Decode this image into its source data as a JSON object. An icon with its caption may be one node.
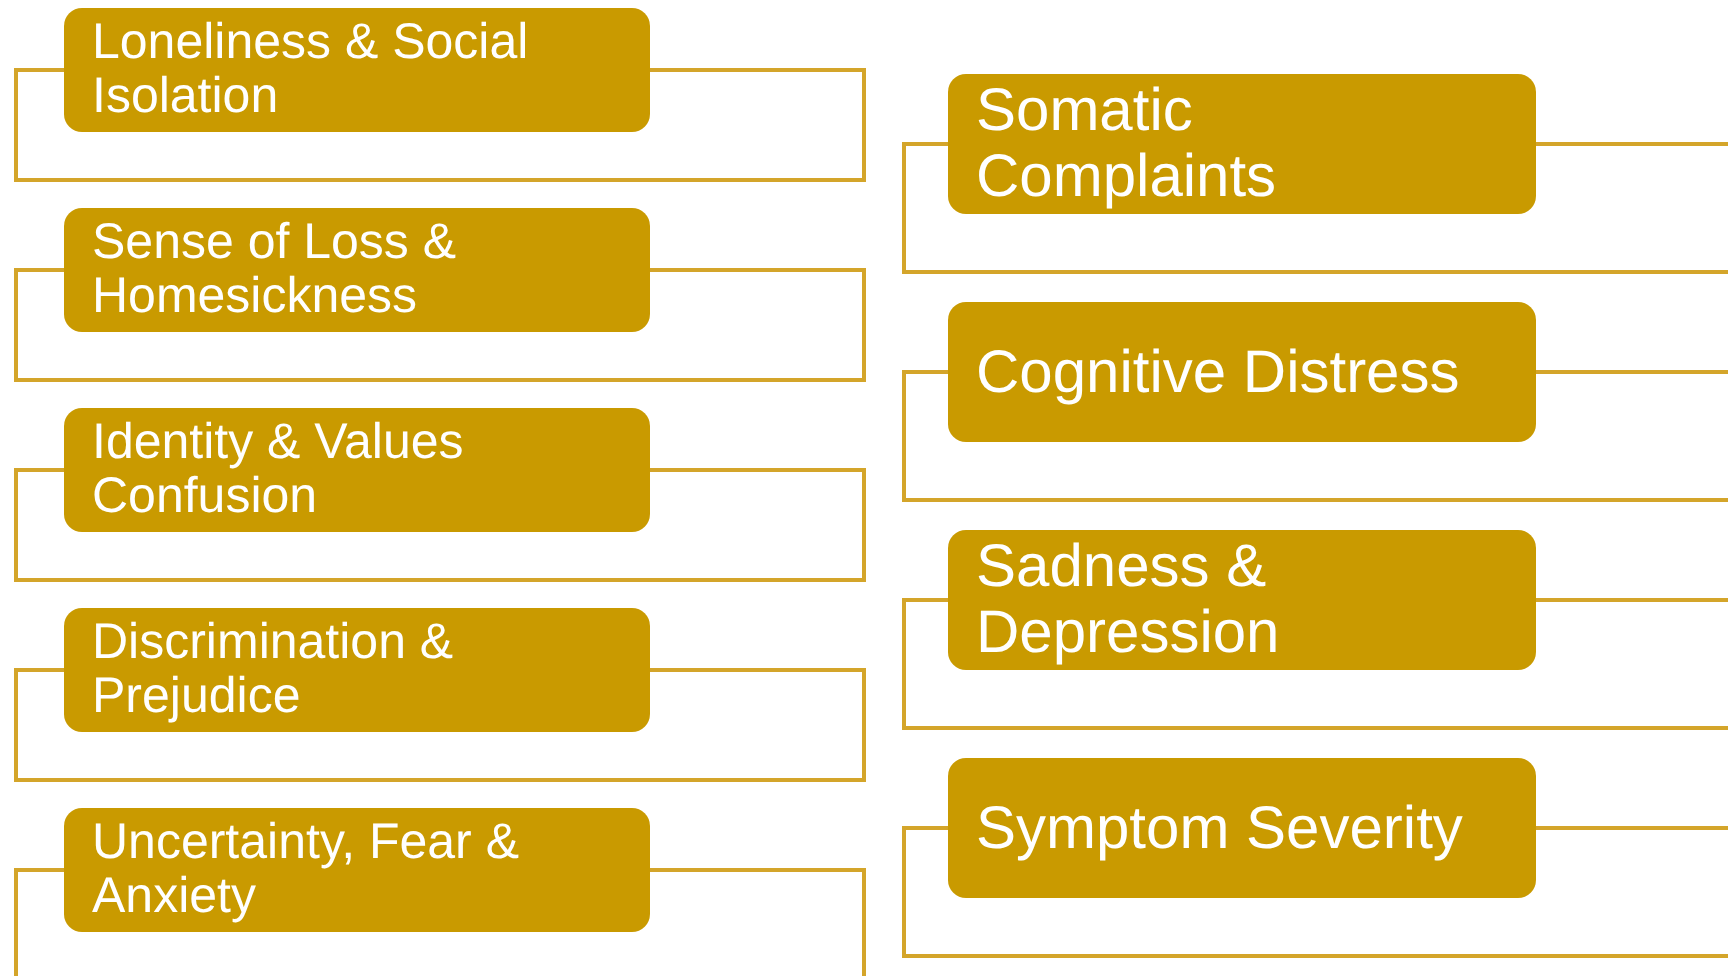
{
  "diagram": {
    "nodes": [
      {
        "text": [
          "Loneliness & Social Isolation"
        ]
      },
      {
        "text": [
          "Sense of Loss & Homesickness"
        ]
      },
      {
        "text": [
          "Identity & Values Confusion"
        ]
      },
      {
        "text": [
          "Discrimination & Prejudice"
        ]
      },
      {
        "text": [
          "Uncertainty, Fear & Anxiety"
        ]
      },
      {
        "text": [
          "Somatic Complaints"
        ]
      },
      {
        "text": [
          "Cognitive Distress"
        ]
      },
      {
        "text": [
          "Sadness & Depression"
        ]
      },
      {
        "text": [
          "Symptom Severity"
        ]
      }
    ]
  }
}
